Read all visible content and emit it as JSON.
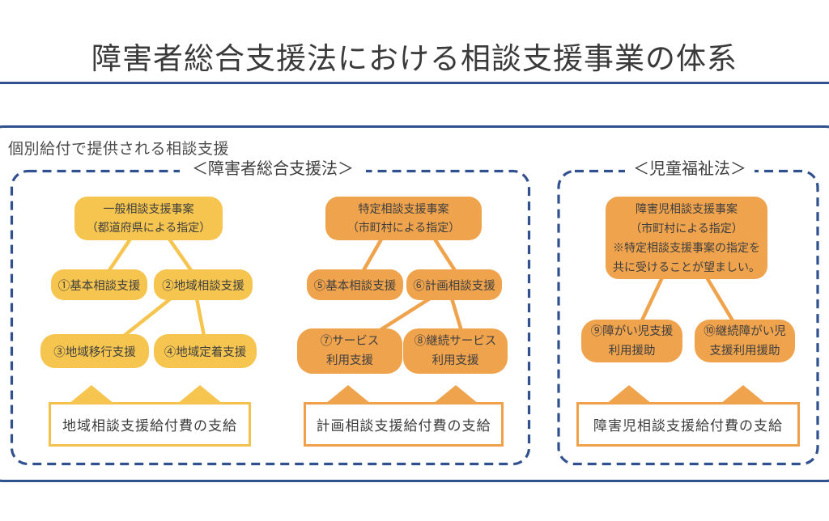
{
  "title": "障害者総合支援法における相談支援事業の体系",
  "subtitle": "個別給付で提供される相談支援",
  "colors": {
    "frame_navy": "#31508e",
    "yellow": "#f5c550",
    "orange": "#f0a34d",
    "outcome_border_yellow": "#f2c14e",
    "outcome_border_orange": "#f0a04b",
    "text": "#3e3e3e"
  },
  "groups": {
    "sougou": {
      "label": "＜障害者総合支援法＞"
    },
    "jidou": {
      "label": "＜児童福祉法＞"
    }
  },
  "trees": {
    "ippan": {
      "root": [
        "一般相談支援事案",
        "（都道府県による指定）"
      ],
      "children": [
        "①基本相談支援",
        "②地域相談支援"
      ],
      "grandchildren": [
        "③地域移行支援",
        "④地域定着支援"
      ],
      "outcome": "地域相談支援給付費の支給"
    },
    "tokutei": {
      "root": [
        "特定相談支援事案",
        "（市町村による指定）"
      ],
      "children": [
        "⑤基本相談支援",
        "⑥計画相談支援"
      ],
      "grandchildren": [
        [
          "⑦サービス",
          "利用支援"
        ],
        [
          "⑧継続サービス",
          "利用支援"
        ]
      ],
      "outcome": "計画相談支援給付費の支給"
    },
    "shougaiji": {
      "root": [
        "障害児相談支援事案",
        "（市町村による指定）",
        "※特定相談支援事案の指定を",
        "共に受けることが望ましい。"
      ],
      "children": [
        [
          "⑨障がい児支援",
          "利用援助"
        ],
        [
          "⑩継続障がい児",
          "支援利用援助"
        ]
      ],
      "outcome": "障害児相談支援給付費の支給"
    }
  }
}
